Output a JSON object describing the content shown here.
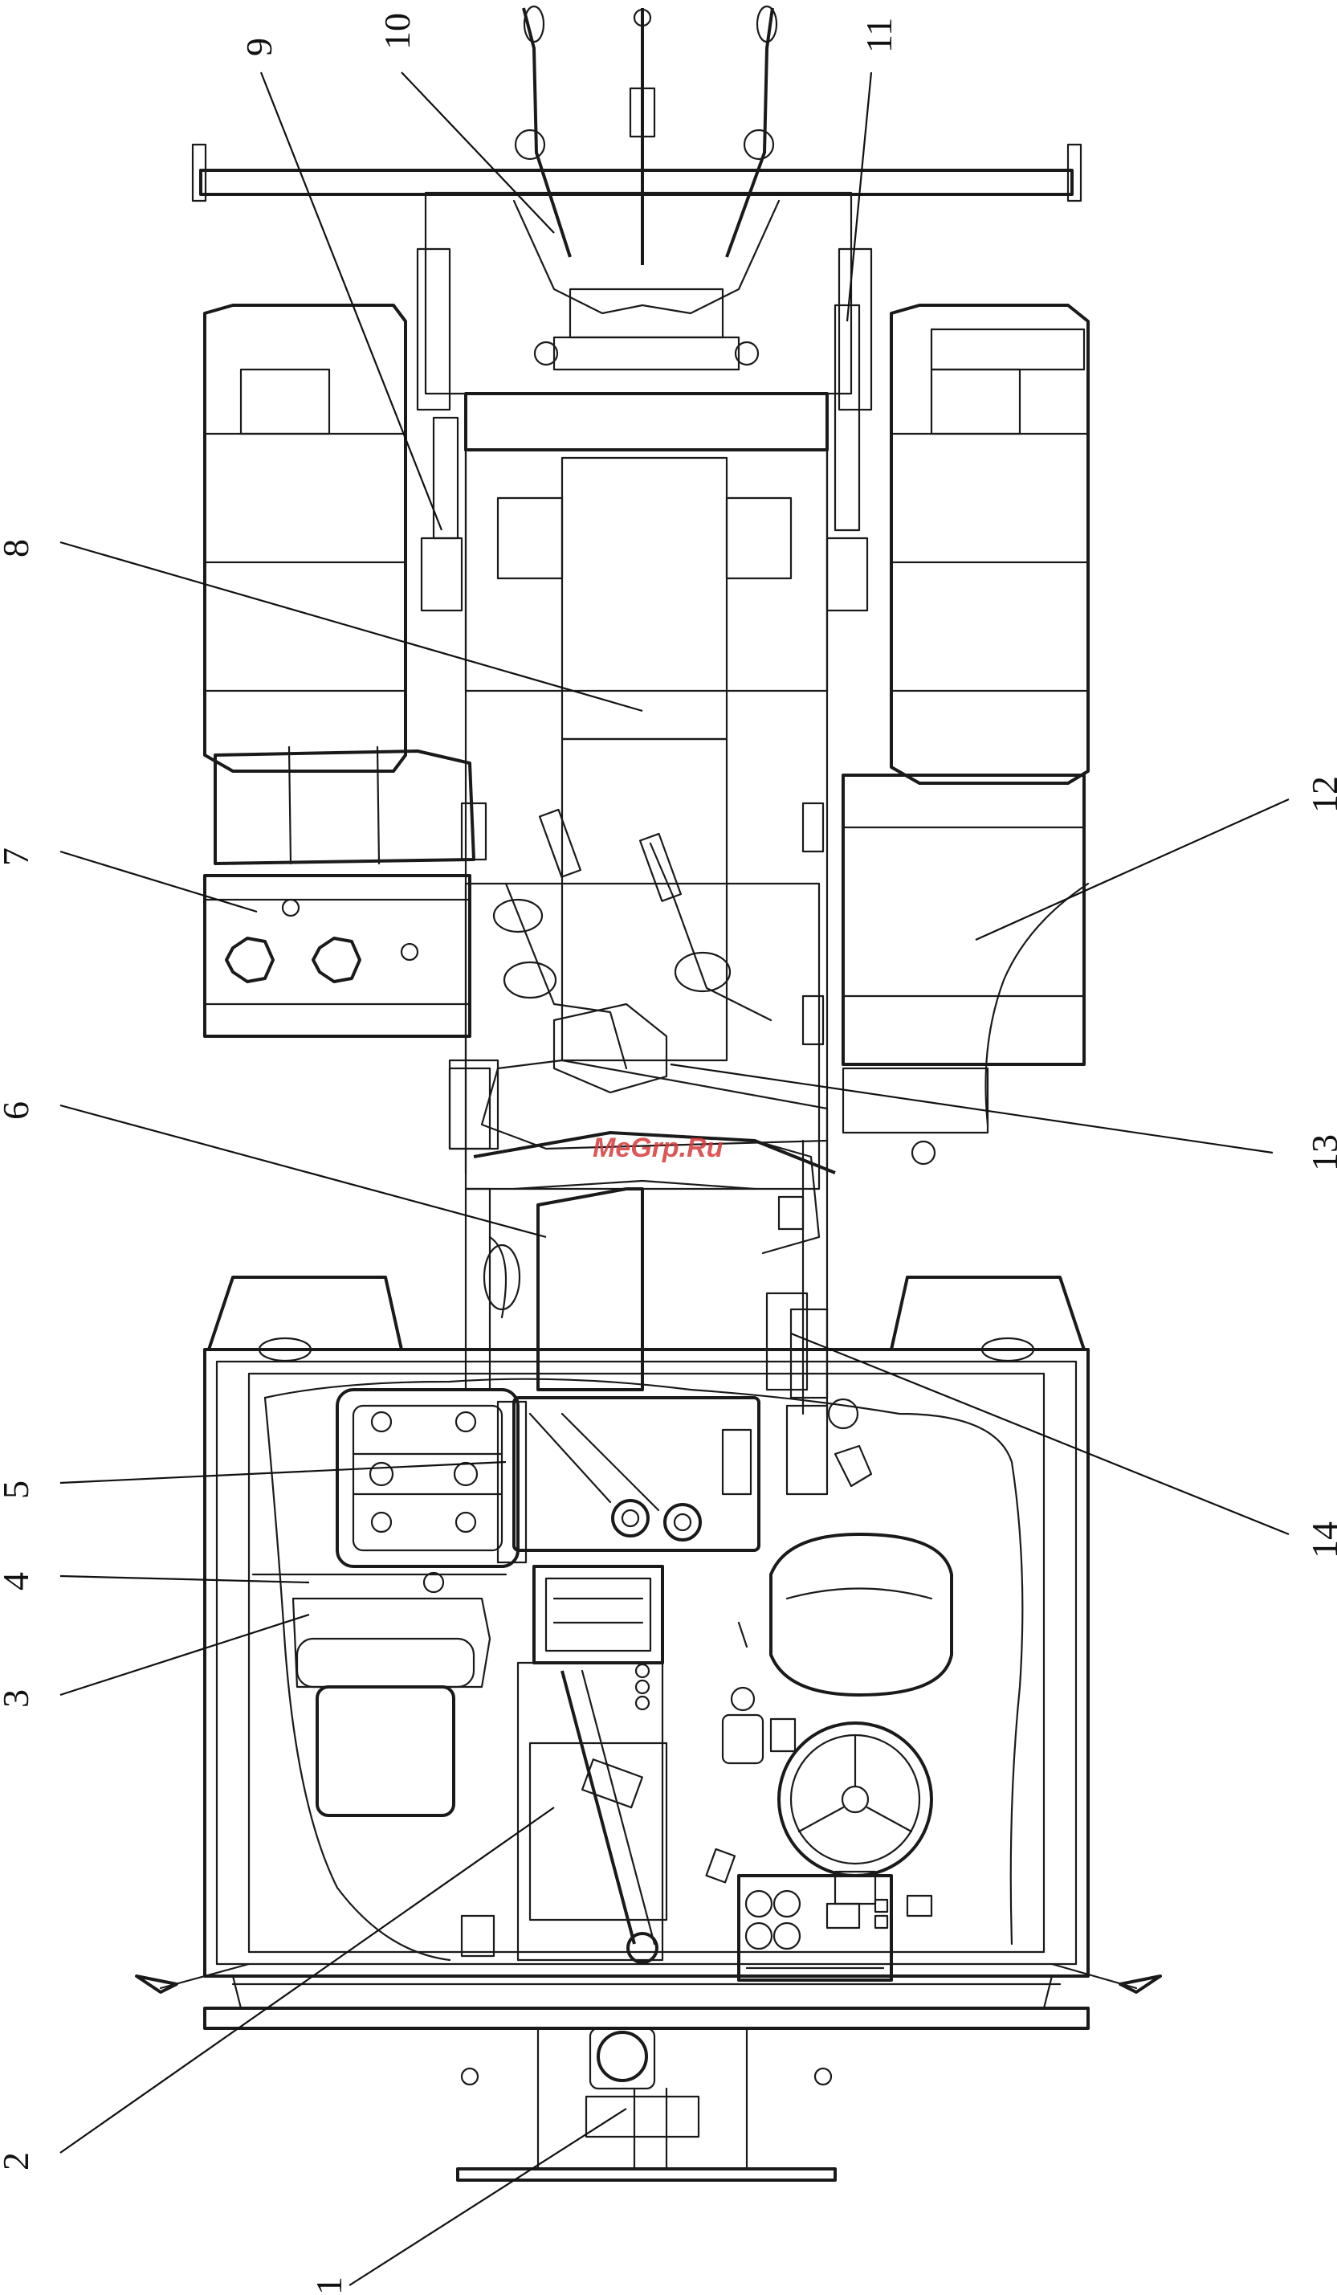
{
  "callouts": [
    {
      "id": "1",
      "label": "1"
    },
    {
      "id": "2",
      "label": "2"
    },
    {
      "id": "3",
      "label": "3"
    },
    {
      "id": "4",
      "label": "4"
    },
    {
      "id": "5",
      "label": "5"
    },
    {
      "id": "6",
      "label": "6"
    },
    {
      "id": "7",
      "label": "7"
    },
    {
      "id": "8",
      "label": "8"
    },
    {
      "id": "9",
      "label": "9"
    },
    {
      "id": "10",
      "label": "10"
    },
    {
      "id": "11",
      "label": "11"
    },
    {
      "id": "12",
      "label": "12"
    },
    {
      "id": "13",
      "label": "13"
    },
    {
      "id": "14",
      "label": "14"
    }
  ],
  "watermark": "MeGrp.Ru",
  "colors": {
    "ink": "#1a1a1a",
    "watermark": "#d63a3a",
    "background": "#ffffff"
  }
}
